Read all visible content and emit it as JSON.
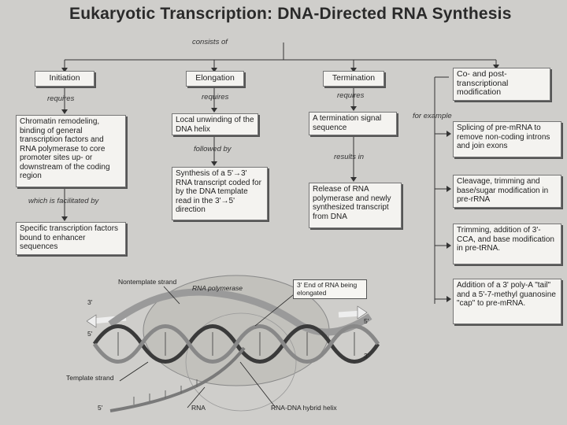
{
  "title": "Eukaryotic Transcription: DNA-Directed RNA Synthesis",
  "link_consists_of": "consists of",
  "columns": {
    "initiation": {
      "head": "Initiation",
      "requires": "requires",
      "box1": "Chromatin remodeling, binding of general transcription factors and RNA polymerase to core promoter sites up- or downstream of the coding region",
      "facilitated": "which is facilitated by",
      "box2": "Specific transcription factors bound to enhancer sequences"
    },
    "elongation": {
      "head": "Elongation",
      "requires": "requires",
      "box1": "Local unwinding of the DNA helix",
      "followed": "followed by",
      "box2": "Synthesis of a 5'→3' RNA transcript coded for by the DNA template read in the 3'→5' direction"
    },
    "termination": {
      "head": "Termination",
      "requires": "requires",
      "box1": "A termination signal sequence",
      "results": "results in",
      "box2": "Release of RNA polymerase and newly synthesized transcript from DNA"
    },
    "modification": {
      "head": "Co- and post-transcriptional modification",
      "for_example": "for example",
      "items": [
        "Splicing of pre-mRNA to remove non-coding introns and join exons",
        "Cleavage, trimming and base/sugar modification in pre-rRNA",
        "Trimming, addition of 3'-CCA, and base modification in pre-tRNA.",
        "Addition of a 3' poly-A \"tail\" and a 5'-7-methyl guanosine \"cap\" to pre-mRNA."
      ]
    }
  },
  "illustration": {
    "nontemplate": "Nontemplate strand",
    "rna_polymerase": "RNA polymerase",
    "callout": "3' End of RNA being elongated",
    "template": "Template strand",
    "rna": "RNA",
    "hybrid": "RNA-DNA hybrid helix",
    "end_3_left": "3'",
    "end_5_left": "5'",
    "end_5_right": "5'",
    "end_3_right": "3'",
    "end_5_bottom": "5'"
  },
  "colors": {
    "background": "#cfcecb",
    "box_fill": "#f4f3f0",
    "strand_dark": "#3a3a3a",
    "strand_light": "#9a9a9a",
    "polymerase_fill": "#b8b7b2"
  }
}
